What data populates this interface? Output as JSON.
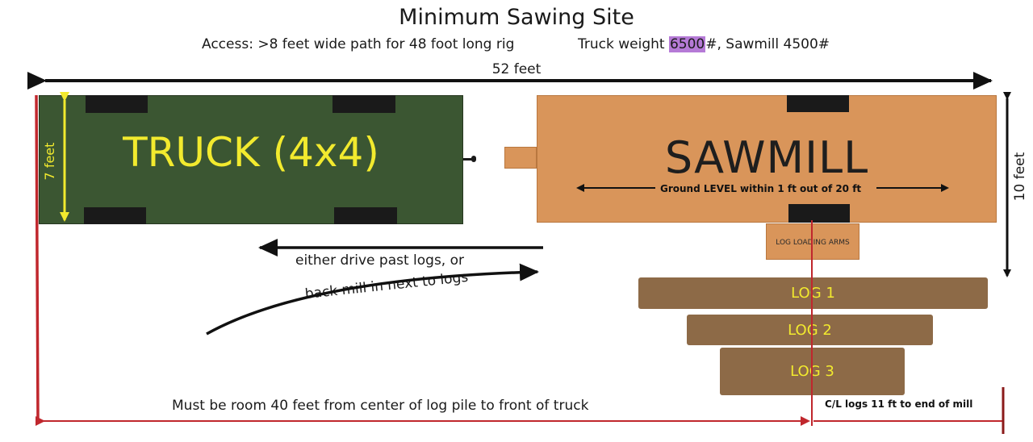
{
  "title": "Minimum Sawing Site",
  "access_text": "Access:  >8 feet wide path for 48 foot long rig",
  "weight_prefix": "Truck weight ",
  "weight_highlight": "6500",
  "weight_suffix": "#, Sawmill 4500#",
  "dim_length": "52 feet",
  "truck_label": "TRUCK (4x4)",
  "truck_width": "7 feet",
  "sawmill_label": "SAWMILL",
  "sawmill_width": "10 feet",
  "ground_note": "Ground LEVEL within 1 ft out of 20 ft",
  "loading_arms": "LOG LOADING ARMS",
  "path_text_1": "either drive past logs, or",
  "path_text_2": "back mill in next to logs",
  "logs": [
    "LOG 1",
    "LOG 2",
    "LOG 3"
  ],
  "bottom_note": "Must be room 40 feet from center of log pile to front of truck",
  "cl_note": "C/L logs 11 ft to end of mill",
  "colors": {
    "truck": "#3b5632",
    "truck_text": "#f2ea2e",
    "sawmill": "#d9955a",
    "log": "#8d6a47",
    "red_line": "#c0272d",
    "highlight": "#b57ad6"
  }
}
